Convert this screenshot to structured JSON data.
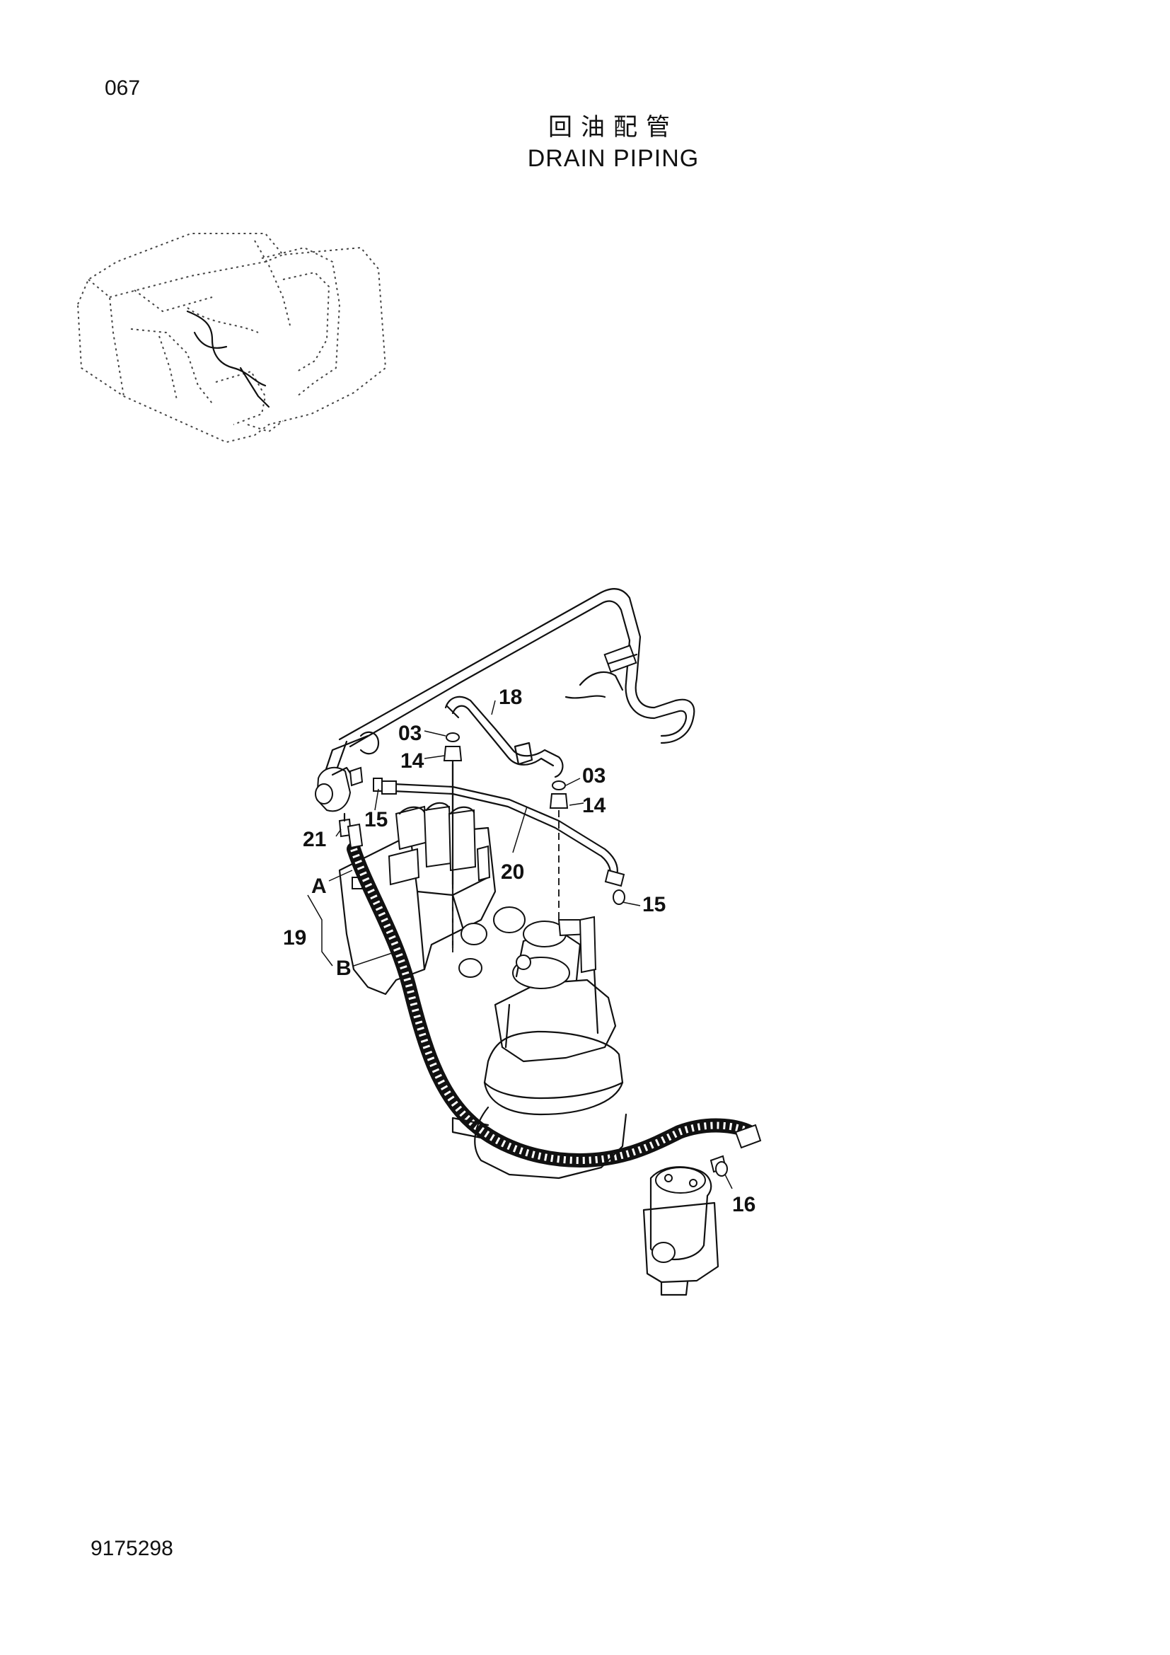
{
  "header": {
    "page_number": "067",
    "title_cn": "回油配管",
    "title_en": "DRAIN  PIPING"
  },
  "footer": {
    "document_number": "9175298"
  },
  "callouts": {
    "c18": "18",
    "c03a": "03",
    "c14a": "14",
    "c03b": "03",
    "c14b": "14",
    "c15a": "15",
    "c21": "21",
    "c20": "20",
    "cA": "A",
    "c19": "19",
    "cB": "B",
    "c15b": "15",
    "c16": "16"
  }
}
